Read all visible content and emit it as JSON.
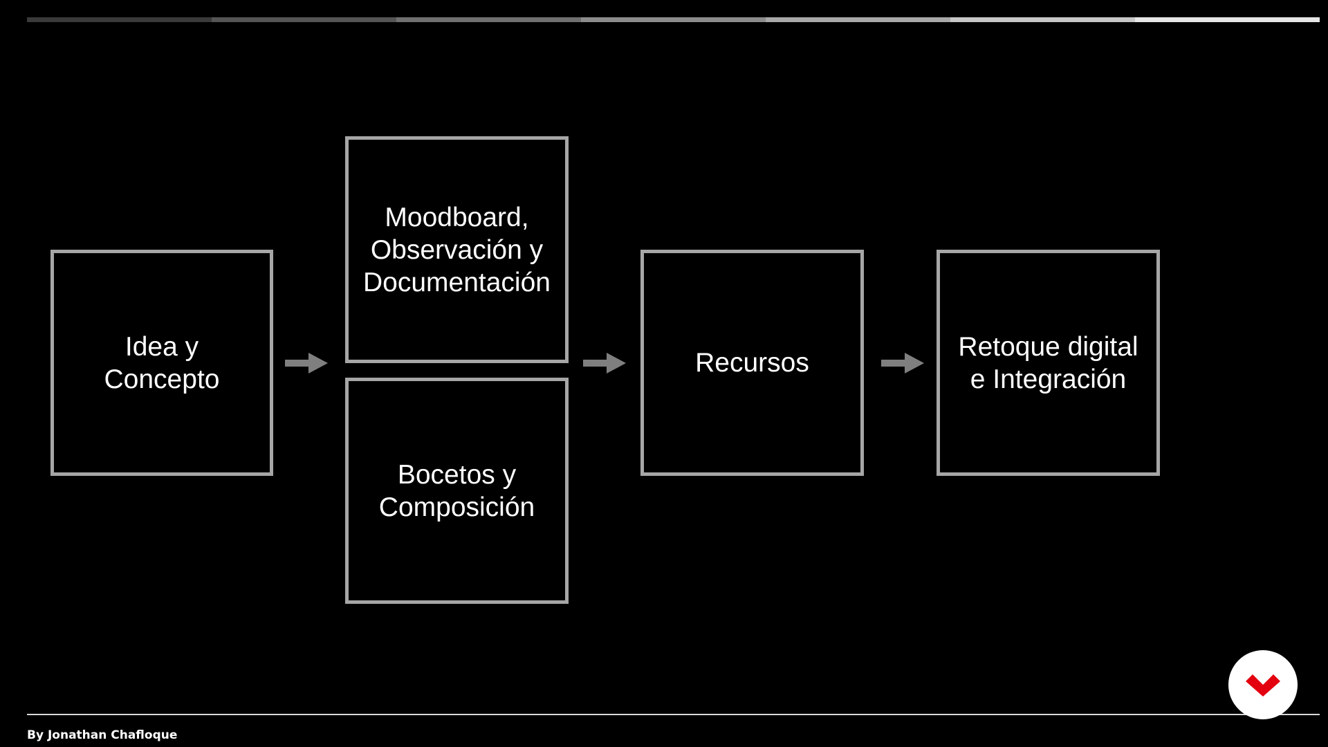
{
  "diagram": {
    "nodes": [
      {
        "id": "idea",
        "label": "Idea y\nConcepto"
      },
      {
        "id": "moodboard",
        "label": "Moodboard,\nObservación y\nDocumentación"
      },
      {
        "id": "bocetos",
        "label": "Bocetos y\nComposición"
      },
      {
        "id": "recursos",
        "label": "Recursos"
      },
      {
        "id": "retoque",
        "label": "Retoque digital\ne Integración"
      }
    ],
    "edges": [
      {
        "from": "idea",
        "to": "moodboard"
      },
      {
        "from": "idea",
        "to": "bocetos"
      },
      {
        "from": "moodboard",
        "to": "recursos"
      },
      {
        "from": "bocetos",
        "to": "recursos"
      },
      {
        "from": "recursos",
        "to": "retoque"
      }
    ]
  },
  "progress_bar": {
    "segment_colors": [
      "#3a3a3a",
      "#555555",
      "#707070",
      "#8c8c8c",
      "#a8a8a8",
      "#c6c6c6",
      "#e6e6e6"
    ]
  },
  "colors": {
    "background": "#000000",
    "box_border": "#a6a6a6",
    "arrow": "#7f7f7f",
    "text": "#ffffff",
    "logo_mark": "#e3000f"
  },
  "footer": {
    "credit": "By Jonathan Chafloque"
  },
  "logo": {
    "icon": "red-chevron-logo-icon"
  }
}
